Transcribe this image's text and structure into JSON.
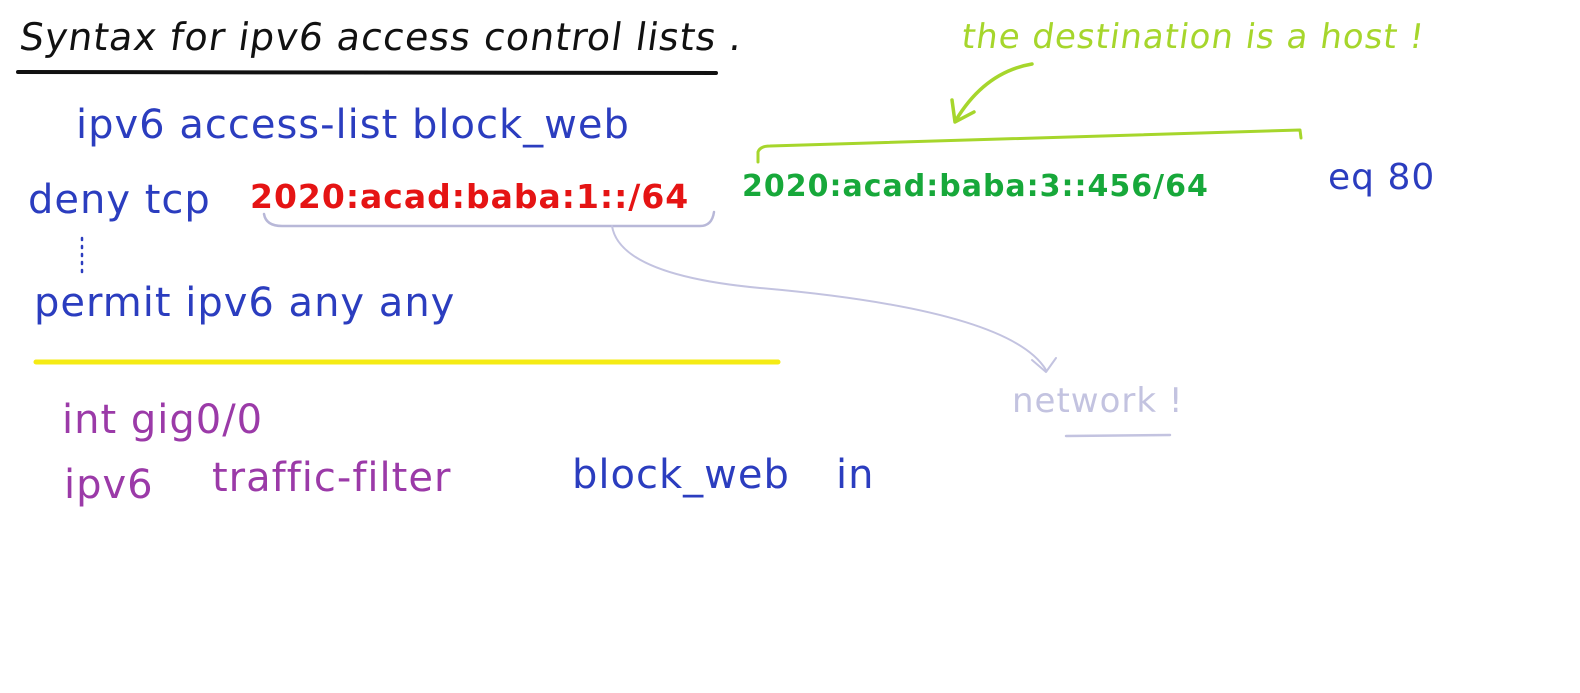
{
  "title": "Syntax for ipv6 access control lists .",
  "acl": {
    "line1": "ipv6 access-list block_web",
    "deny_tcp": "deny tcp",
    "source_network": "2020:acad:baba:1::/64",
    "destination_host": "2020:acad:baba:3::456/64",
    "port_match": "eq 80",
    "permit_line": "permit ipv6 any any"
  },
  "interface": {
    "int_line": "int gig0/0",
    "ipv6_keyword": "ipv6",
    "traffic_filter": "traffic-filter",
    "acl_name": "block_web",
    "direction": "in"
  },
  "annotations": {
    "host_note": "the destination is a host !",
    "network_note": "network !"
  },
  "colors": {
    "title": "#111111",
    "command": "#2b3dbf",
    "source": "#e51414",
    "destination": "#17a83a",
    "interface": "#9b3aa8",
    "host_note": "#a6d62c",
    "network_note": "#c3c3e0",
    "divider": "#f5eb14"
  }
}
